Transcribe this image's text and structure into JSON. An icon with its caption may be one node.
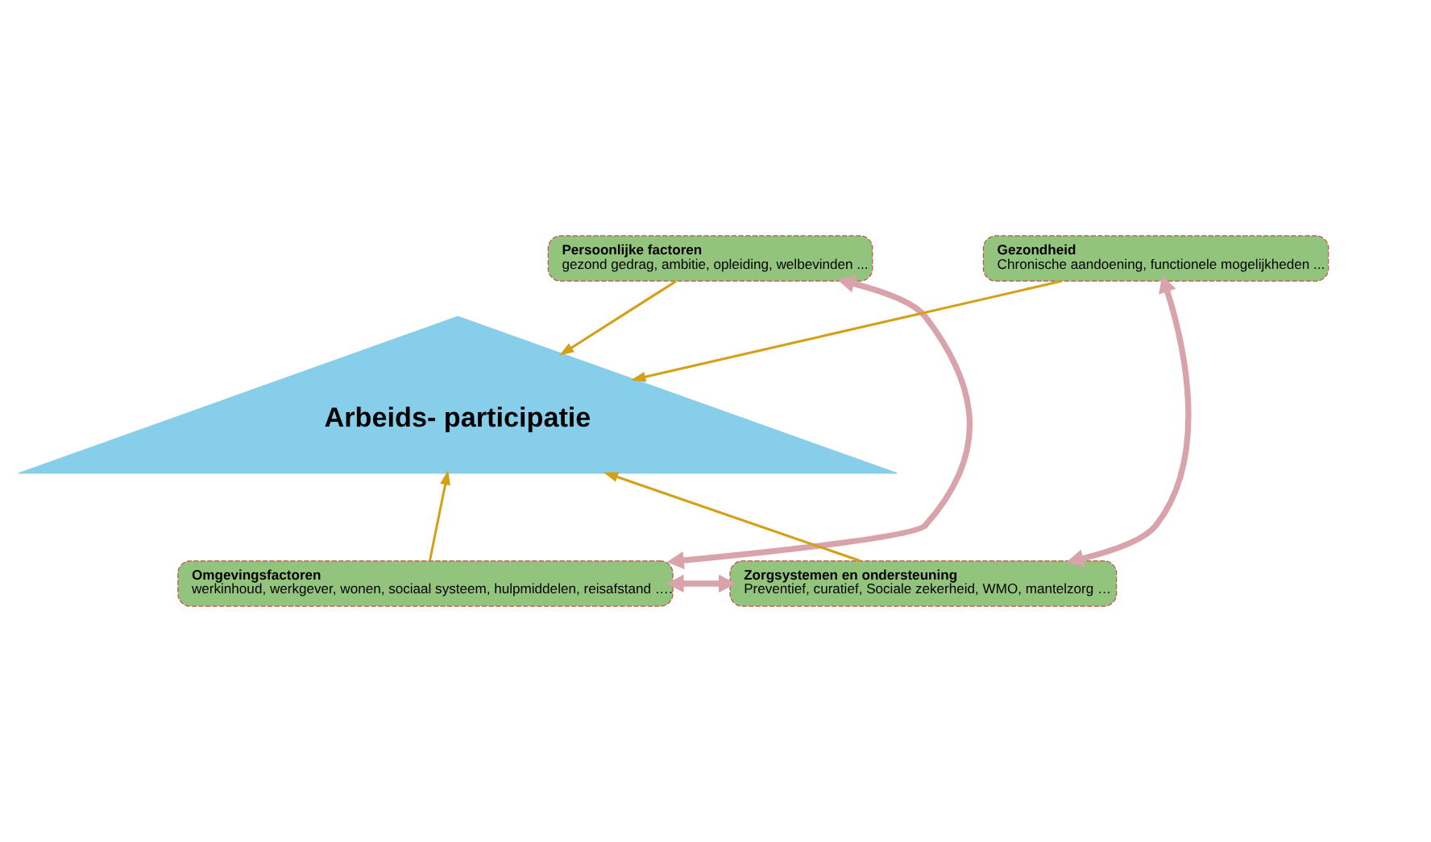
{
  "diagram": {
    "nodes": [
      {
        "text": [
          "Persoonlijke factoren",
          "gezond gedrag, ambitie, opleiding, welbevinden ..."
        ]
      },
      {
        "text": [
          "Gezondheid",
          "Chronische aandoening, functionele mogelijkheden ..."
        ]
      },
      {
        "text": [
          "Arbeids- participatie"
        ]
      },
      {
        "text": [
          "Omgevingsfactoren",
          "werkinhoud, werkgever, wonen, sociaal systeem, hulpmiddelen, reisafstand …."
        ]
      },
      {
        "text": [
          "Zorgsystemen en ondersteuning",
          "Preventief, curatief, Sociale zekerheid, WMO, mantelzorg …"
        ]
      }
    ],
    "edges": [
      {
        "from": 0,
        "to": 2,
        "arrow": "to"
      },
      {
        "from": 1,
        "to": 2,
        "arrow": "to"
      },
      {
        "from": 3,
        "to": 2,
        "arrow": "to"
      },
      {
        "from": 4,
        "to": 2,
        "arrow": "to"
      },
      {
        "from": 0,
        "to": 3,
        "arrow": "both",
        "style": "thick",
        "color": "#d9a3ab"
      },
      {
        "from": 1,
        "to": 4,
        "arrow": "both",
        "style": "thick",
        "color": "#d9a3ab"
      },
      {
        "from": 3,
        "to": 4,
        "arrow": "both",
        "style": "thick",
        "color": "#d9a3ab"
      }
    ]
  }
}
